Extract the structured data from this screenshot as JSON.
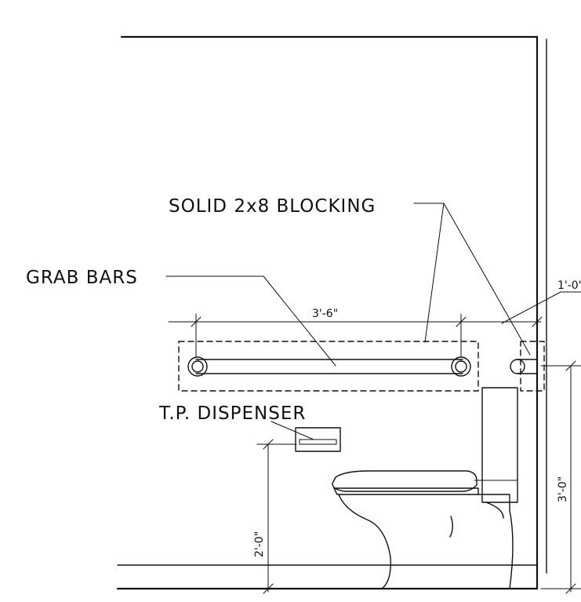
{
  "labels": {
    "blocking": "SOLID 2x8 BLOCKING",
    "grab_bars": "GRAB BARS",
    "tp_dispenser": "T.P. DISPENSER"
  },
  "dimensions": {
    "bar_length": "3'-6\"",
    "offset_right": "1'-0'",
    "dispenser_height": "2'-0\"",
    "bar_height": "3'-0\""
  }
}
